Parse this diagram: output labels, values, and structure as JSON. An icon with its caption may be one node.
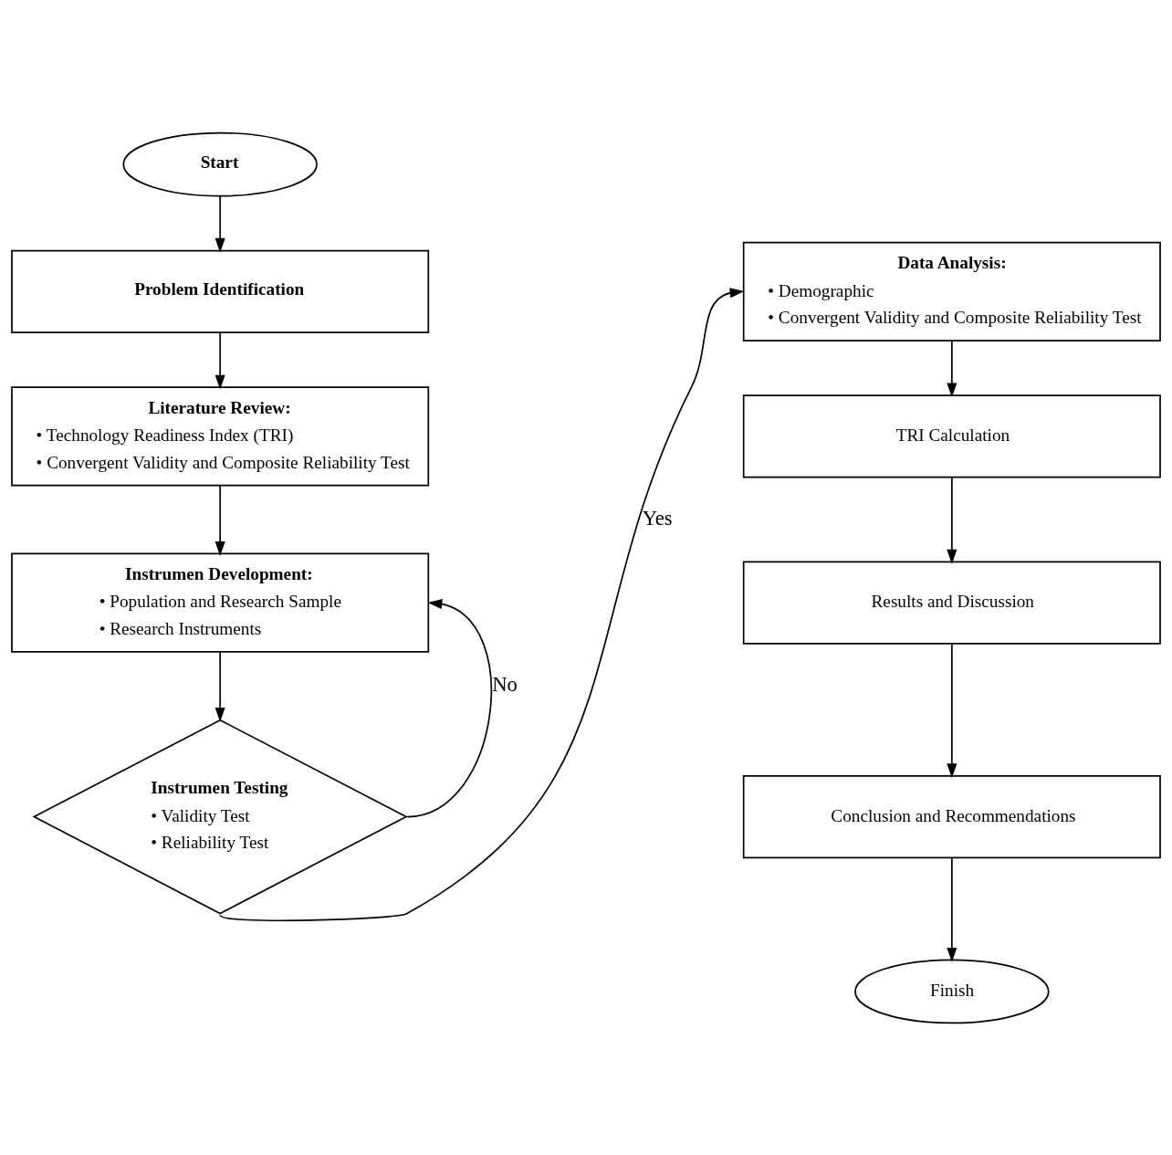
{
  "diagram": {
    "nodes": [
      {
        "text": [
          "Start"
        ]
      },
      {
        "text": [
          "Problem Identification"
        ]
      },
      {
        "text": [
          "Literature Review:",
          "• Technology Readiness Index (TRI)",
          "• Convergent Validity and Composite Reliability Test"
        ]
      },
      {
        "text": [
          "Instrumen Development:",
          "• Population and Research Sample",
          "• Research Instruments"
        ]
      },
      {
        "text": [
          "Instrumen Testing",
          "• Validity Test",
          "• Reliability Test"
        ]
      },
      {
        "text": [
          "Data Analysis:",
          "• Demographic",
          "• Convergent Validity and Composite Reliability Test"
        ]
      },
      {
        "text": [
          "TRI Calculation"
        ]
      },
      {
        "text": [
          "Results and Discussion"
        ]
      },
      {
        "text": [
          "Conclusion and Recommendations"
        ]
      },
      {
        "text": [
          "Finish"
        ]
      }
    ],
    "edges": [
      {
        "from": 0,
        "to": 1,
        "arrow": "to"
      },
      {
        "from": 1,
        "to": 2,
        "arrow": "to"
      },
      {
        "from": 2,
        "to": 3,
        "arrow": "to"
      },
      {
        "from": 3,
        "to": 4,
        "arrow": "to"
      },
      {
        "from": 4,
        "to": 3,
        "label": "No",
        "arrow": "to"
      },
      {
        "from": 4,
        "to": 5,
        "label": "Yes",
        "arrow": "to"
      },
      {
        "from": 5,
        "to": 6,
        "arrow": "to"
      },
      {
        "from": 6,
        "to": 7,
        "arrow": "to"
      },
      {
        "from": 7,
        "to": 8,
        "arrow": "to"
      },
      {
        "from": 8,
        "to": 9,
        "arrow": "to"
      }
    ]
  }
}
